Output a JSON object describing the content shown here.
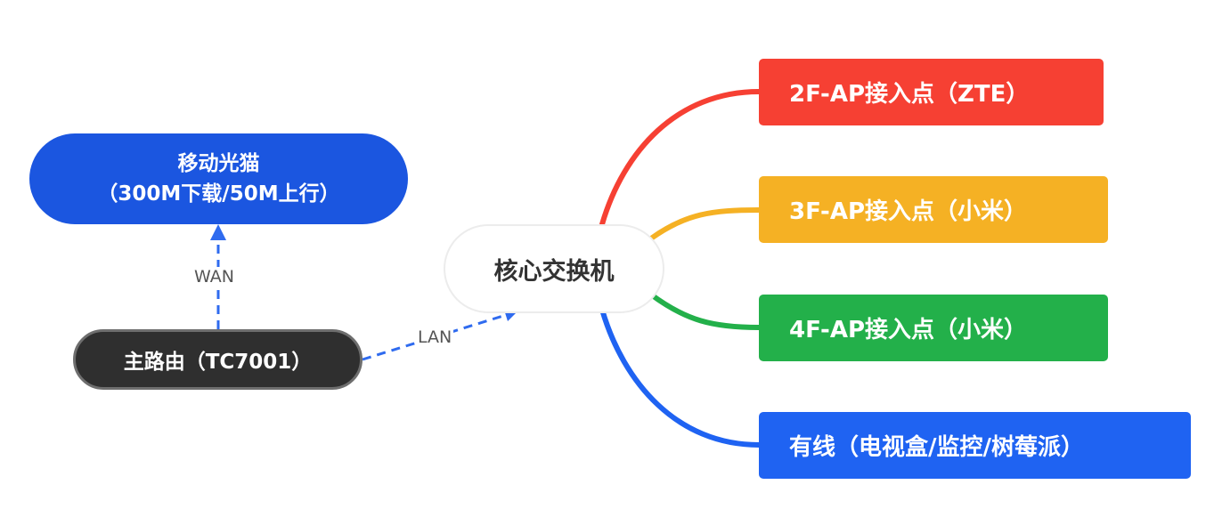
{
  "diagram": {
    "root": {
      "label": "核心交换机"
    },
    "modem": {
      "line1": "移动光猫",
      "line2": "（300M下载/50M上行）"
    },
    "router": {
      "label": "主路由（TC7001）"
    },
    "edges": {
      "wan": "WAN",
      "lan": "LAN"
    },
    "branches": [
      {
        "label": "2F-AP接入点（ZTE）",
        "color": "#f64033"
      },
      {
        "label": "3F-AP接入点（小米）",
        "color": "#f5b124"
      },
      {
        "label": "4F-AP接入点（小米）",
        "color": "#23b04a"
      },
      {
        "label": "有线（电视盒/监控/树莓派）",
        "color": "#1f63f2"
      }
    ]
  },
  "colors": {
    "modem": "#1b56e0",
    "router": "#2f2f2f",
    "router_border": "#6e6e6e",
    "dashed_edge": "#2f6bef",
    "root_text": "#333333"
  }
}
